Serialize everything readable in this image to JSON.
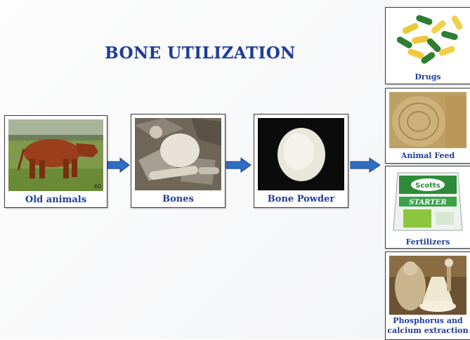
{
  "title": "BONE UTILIZATION",
  "flow": [
    {
      "label": "Old animals",
      "image": "cow-photo"
    },
    {
      "label": "Bones",
      "image": "bones-photo"
    },
    {
      "label": "Bone Powder",
      "image": "bone-powder-photo"
    }
  ],
  "products": [
    {
      "label": "Drugs",
      "image": "capsules-photo"
    },
    {
      "label": "Animal Feed",
      "image": "hay-bale-photo"
    },
    {
      "label": "Fertilizers",
      "image": "fertilizer-bag-photo",
      "bag_brand": "Scotts",
      "bag_text": "STARTER"
    },
    {
      "label_line1": "Phosphorus and",
      "label_line2": "calcium extraction",
      "image": "lab-extraction-photo"
    }
  ],
  "colors": {
    "title": "#1f3d99",
    "label": "#1f3d99",
    "arrow": "#2e6fc4"
  }
}
